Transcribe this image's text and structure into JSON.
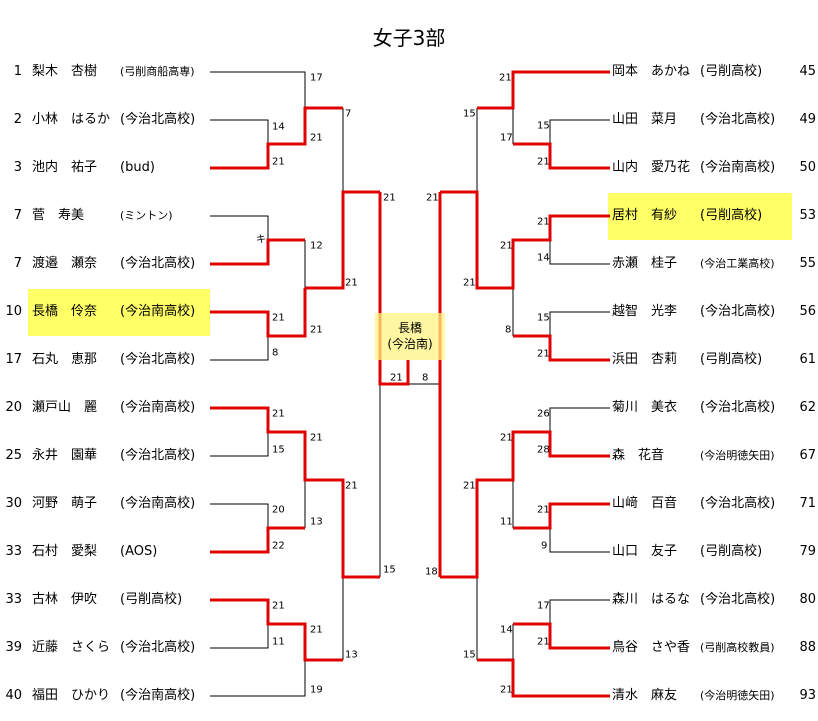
{
  "title": "女子3部",
  "champion": {
    "name": "長橋",
    "school": "(今治南)"
  },
  "left": [
    {
      "seed": "1",
      "name": "梨木　杏樹",
      "school": "(弓削商船高専)"
    },
    {
      "seed": "2",
      "name": "小林　はるか",
      "school": "(今治北高校)"
    },
    {
      "seed": "3",
      "name": "池内　祐子",
      "school": "(bud)"
    },
    {
      "seed": "7",
      "name": "菅　寿美",
      "school": "(ミントン)"
    },
    {
      "seed": "7",
      "name": "渡邉　瀬奈",
      "school": "(今治北高校)"
    },
    {
      "seed": "10",
      "name": "長橋　伶奈",
      "school": "(今治南高校)"
    },
    {
      "seed": "17",
      "name": "石丸　恵那",
      "school": "(今治北高校)"
    },
    {
      "seed": "20",
      "name": "瀬戸山　麗",
      "school": "(今治南高校)"
    },
    {
      "seed": "25",
      "name": "永井　園華",
      "school": "(今治北高校)"
    },
    {
      "seed": "30",
      "name": "河野　萌子",
      "school": "(今治南高校)"
    },
    {
      "seed": "33",
      "name": "石村　愛梨",
      "school": "(AOS)"
    },
    {
      "seed": "33",
      "name": "古林　伊吹",
      "school": "(弓削高校)"
    },
    {
      "seed": "39",
      "name": "近藤　さくら",
      "school": "(今治北高校)"
    },
    {
      "seed": "40",
      "name": "福田　ひかり",
      "school": "(今治南高校)"
    }
  ],
  "right": [
    {
      "seed": "45",
      "name": "岡本　あかね",
      "school": "(弓削高校)"
    },
    {
      "seed": "49",
      "name": "山田　菜月",
      "school": "(今治北高校)"
    },
    {
      "seed": "50",
      "name": "山内　愛乃花",
      "school": "(今治南高校)"
    },
    {
      "seed": "53",
      "name": "居村　有紗",
      "school": "(弓削高校)"
    },
    {
      "seed": "55",
      "name": "赤瀬　桂子",
      "school": "(今治工業高校)"
    },
    {
      "seed": "56",
      "name": "越智　光李",
      "school": "(今治北高校)"
    },
    {
      "seed": "61",
      "name": "浜田　杏莉",
      "school": "(弓削高校)"
    },
    {
      "seed": "62",
      "name": "菊川　美衣",
      "school": "(今治北高校)"
    },
    {
      "seed": "67",
      "name": "森　花音",
      "school": "(今治明徳矢田)"
    },
    {
      "seed": "71",
      "name": "山﨑　百音",
      "school": "(今治北高校)"
    },
    {
      "seed": "79",
      "name": "山口　友子",
      "school": "(弓削高校)"
    },
    {
      "seed": "80",
      "name": "森川　はるな",
      "school": "(今治北高校)"
    },
    {
      "seed": "88",
      "name": "鳥谷　さや香",
      "school": "(弓削高校教員)"
    },
    {
      "seed": "93",
      "name": "清水　麻友",
      "school": "(今治明徳矢田)"
    }
  ],
  "left_scores": [
    "17",
    "14",
    "21",
    "21",
    "7",
    "21",
    "キ",
    "12",
    "21",
    "21",
    "21",
    "8",
    "21",
    "21",
    "15",
    "21",
    "21",
    "20",
    "22",
    "13",
    "15",
    "21",
    "11",
    "21",
    "13",
    "19"
  ],
  "right_scores": [
    "21",
    "15",
    "15",
    "17",
    "21",
    "21",
    "21",
    "21",
    "14",
    "21",
    "15",
    "8",
    "21",
    "26",
    "21",
    "28",
    "21",
    "21",
    "11",
    "9",
    "18",
    "17",
    "14",
    "21",
    "15",
    "21"
  ],
  "final_right_score": "8",
  "colors": {
    "winner_line": "#e00000",
    "line": "#000000",
    "highlight": "#ffff66"
  }
}
